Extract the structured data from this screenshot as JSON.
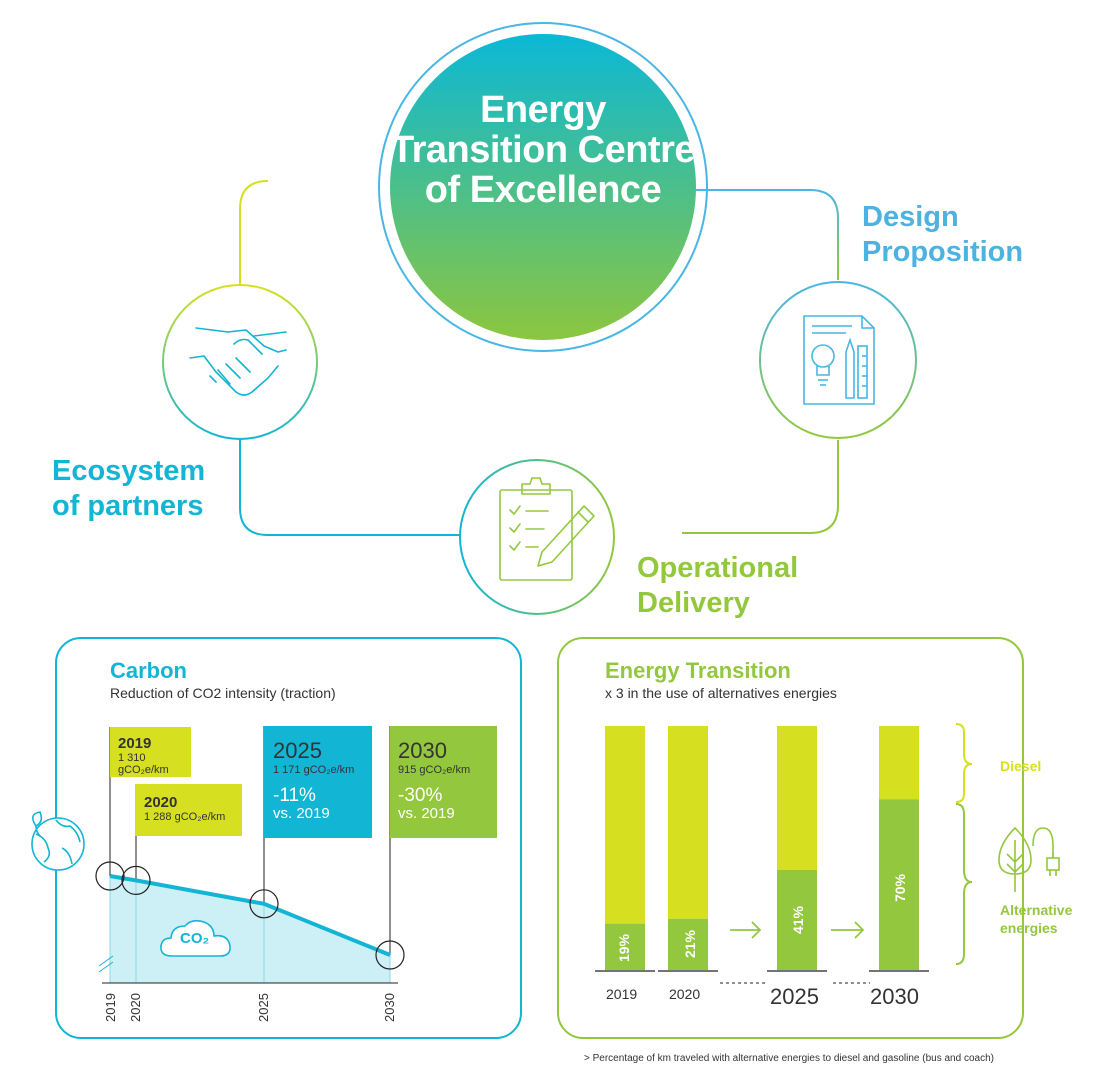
{
  "center": {
    "title": "Energy Transition Centre of Excellence"
  },
  "labels": {
    "design": "Design Proposition",
    "ecosystem": "Ecosystem of partners",
    "operational": "Operational Delivery"
  },
  "carbon": {
    "title": "Carbon",
    "subtitle": "Reduction of CO2 intensity (traction)",
    "flags": [
      {
        "year": "2019",
        "value": "1 310 gCO₂e/km"
      },
      {
        "year": "2020",
        "value": "1 288 gCO₂e/km"
      },
      {
        "year": "2025",
        "value": "1 171 gCO₂e/km",
        "pct": "-11%",
        "vs": "vs. 2019"
      },
      {
        "year": "2030",
        "value": "915 gCO₂e/km",
        "pct": "-30%",
        "vs": "vs. 2019"
      }
    ],
    "co2_label": "CO₂"
  },
  "energy": {
    "title": "Energy Transition",
    "subtitle": "x 3 in the use of alternatives energies",
    "legend_diesel": "Diesel",
    "legend_alt": "Alternative energies",
    "footnote": "> Percentage of km traveled with alternative energies to diesel and gasoline (bus and coach)"
  },
  "colors": {
    "cyan": "#13b5d4",
    "lime": "#d6e021",
    "green": "#93c83e",
    "blue_label": "#4cb2e0"
  },
  "chart_data": [
    {
      "type": "line",
      "title": "Carbon",
      "subtitle": "Reduction of CO2 intensity (traction)",
      "x": [
        "2019",
        "2020",
        "2025",
        "2030"
      ],
      "values": [
        1310,
        1288,
        1171,
        915
      ],
      "unit": "gCO₂e/km",
      "ylim": [
        0,
        1500
      ]
    },
    {
      "type": "bar",
      "title": "Energy Transition",
      "subtitle": "x 3 in the use of alternatives energies",
      "categories": [
        "2019",
        "2020",
        "2025",
        "2030"
      ],
      "stacked": true,
      "series": [
        {
          "name": "Alternative energies",
          "values": [
            19,
            21,
            41,
            70
          ],
          "labels": [
            "19%",
            "21%",
            "41%",
            "70%"
          ]
        },
        {
          "name": "Diesel",
          "values": [
            81,
            79,
            59,
            30
          ]
        }
      ],
      "ylim": [
        0,
        100
      ]
    }
  ]
}
